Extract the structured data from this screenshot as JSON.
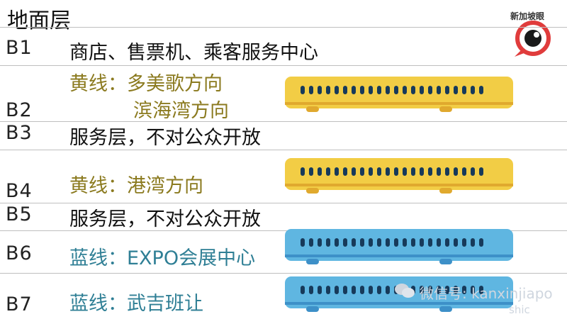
{
  "header": {
    "title": "地面层"
  },
  "floors": [
    {
      "code": "B1",
      "lines": [
        "商店、售票机、乘客服务中心"
      ],
      "style": "plain"
    },
    {
      "code": "B2",
      "lines": [
        "黄线：多美歌方向",
        "滨海湾方向"
      ],
      "style": "yellow"
    },
    {
      "code": "B3",
      "lines": [
        "服务层，不对公众开放"
      ],
      "style": "plain"
    },
    {
      "code": "B4",
      "lines": [
        "黄线：港湾方向"
      ],
      "style": "yellow"
    },
    {
      "code": "B5",
      "lines": [
        "服务层，不对公众开放"
      ],
      "style": "plain"
    },
    {
      "code": "B6",
      "lines": [
        "蓝线：EXPO会展中心"
      ],
      "style": "blue"
    },
    {
      "code": "B7",
      "lines": [
        "蓝线：武吉班让"
      ],
      "style": "blue"
    }
  ],
  "colors": {
    "yellow_train": "#f2cd45",
    "yellow_stripe": "#e0a92e",
    "blue_train": "#5fb6e1",
    "blue_stripe": "#3d90c8",
    "yellow_text": "#8b7a1f",
    "blue_text": "#2f7f95",
    "logo_red": "#e03c3c"
  },
  "logo": {
    "text": "新加坡眼",
    "icon": "eye-logo-icon"
  },
  "watermark": {
    "text": "微信号: kanxinjiapo",
    "text2": "shic",
    "icon": "wechat-icon"
  }
}
